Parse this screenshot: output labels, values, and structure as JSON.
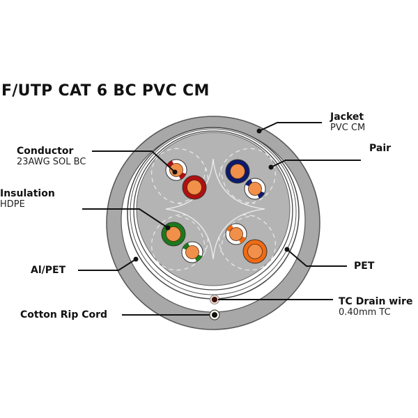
{
  "title": "F/UTP CAT 6 BC PVC CM",
  "labels": {
    "jacket": {
      "name": "Jacket",
      "detail": "PVC CM"
    },
    "pair": {
      "name": "Pair"
    },
    "conductor": {
      "name": "Conductor",
      "detail": "23AWG SOL BC"
    },
    "insulation": {
      "name": "Insulation",
      "detail": "HDPE"
    },
    "al_pet": {
      "name": "Al/PET"
    },
    "pet": {
      "name": "PET"
    },
    "drain_wire": {
      "name": "TC Drain wire",
      "detail": "0.40mm TC"
    },
    "rip_cord": {
      "name": "Cotton Rip Cord"
    }
  },
  "pairs": [
    {
      "name": "brown-pair-red",
      "solid_color": "#b01010",
      "stripe_color": "#b01010",
      "position": "top-left"
    },
    {
      "name": "blue-pair",
      "solid_color": "#0b1a6e",
      "stripe_color": "#0b1a6e",
      "position": "top-right"
    },
    {
      "name": "green-pair",
      "solid_color": "#1c7a1c",
      "stripe_color": "#1c7a1c",
      "position": "bottom-left"
    },
    {
      "name": "orange-pair",
      "solid_color": "#f06a14",
      "stripe_color": "#f06a14",
      "position": "bottom-right"
    }
  ],
  "colors": {
    "jacket": "#a8a8a8",
    "core": "#b4b4b4",
    "conductor": "#f0904a",
    "drain_wire": "#3a0e08",
    "rip_cord": "#111111"
  }
}
